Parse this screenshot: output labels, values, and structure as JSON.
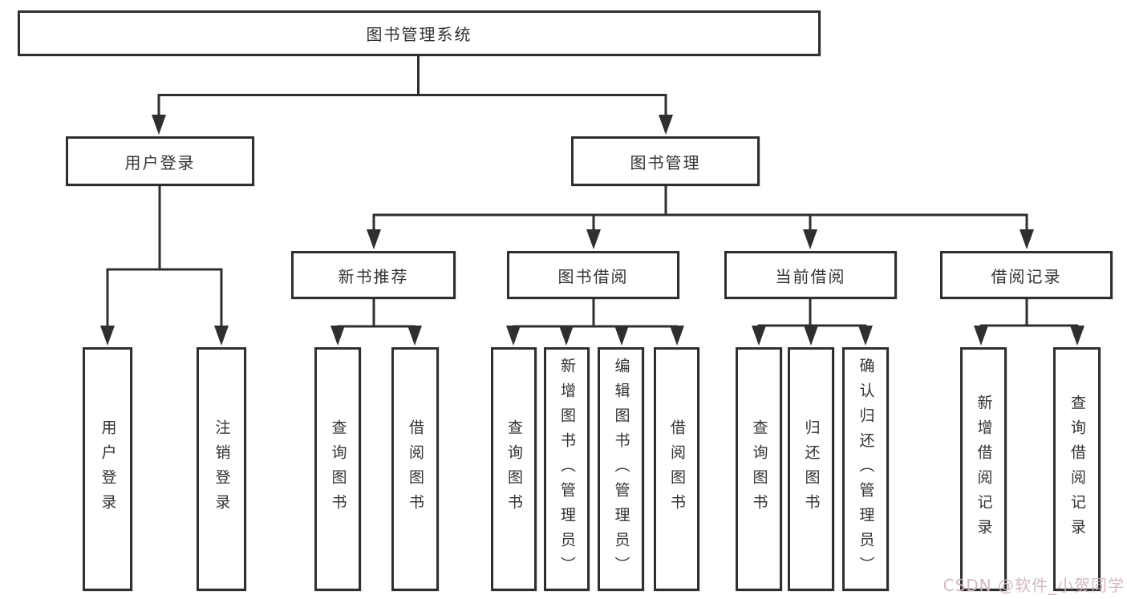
{
  "diagram": {
    "type": "hierarchy-flowchart",
    "orientation": "top-down"
  },
  "colors": {
    "line": "#2f2f2f",
    "box_border": "#2f2f2f",
    "box_fill": "#ffffff",
    "text": "#333333",
    "watermark": "#cfb6bc"
  },
  "tree": {
    "label": "图书管理系统",
    "children": [
      {
        "label": "用户登录",
        "children": [
          {
            "label": "用户登录"
          },
          {
            "label": "注销登录"
          }
        ]
      },
      {
        "label": "图书管理",
        "children": [
          {
            "label": "新书推荐",
            "children": [
              {
                "label": "查询图书"
              },
              {
                "label": "借阅图书"
              }
            ]
          },
          {
            "label": "图书借阅",
            "children": [
              {
                "label": "查询图书"
              },
              {
                "label": "新增图书（管理员）"
              },
              {
                "label": "编辑图书（管理员）"
              },
              {
                "label": "借阅图书"
              }
            ]
          },
          {
            "label": "当前借阅",
            "children": [
              {
                "label": "查询图书"
              },
              {
                "label": "归还图书"
              },
              {
                "label": "确认归还（管理员）"
              }
            ]
          },
          {
            "label": "借阅记录",
            "children": [
              {
                "label": "新增借阅记录"
              },
              {
                "label": "查询借阅记录"
              }
            ]
          }
        ]
      }
    ]
  },
  "watermark": {
    "text": "CSDN @软件_小贺同学"
  }
}
